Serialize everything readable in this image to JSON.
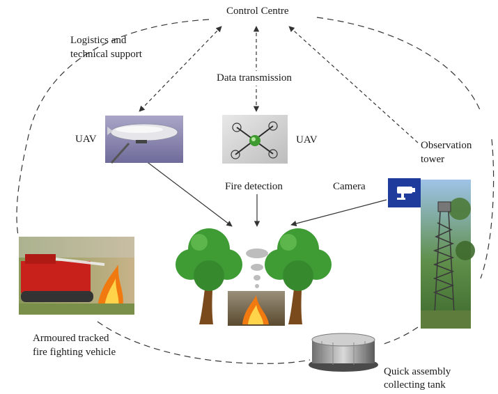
{
  "labels": {
    "control_centre": "Control Centre",
    "logistics_line1": "Logistics and",
    "logistics_line2": "technical support",
    "data_transmission": "Data transmission",
    "uav_left": "UAV",
    "uav_right": "UAV",
    "observation_line1": "Observation",
    "observation_line2": "tower",
    "fire_detection": "Fire detection",
    "camera": "Camera",
    "vehicle_line1": "Armoured tracked",
    "vehicle_line2": "fire fighting vehicle",
    "tank_line1": "Quick assembly",
    "tank_line2": "collecting tank"
  },
  "icons": [
    "airship-photo",
    "drone-photo",
    "camera-icon",
    "observation-tower-photo",
    "fire-vehicle-photo",
    "tree-icon",
    "smoke-icon",
    "fire-photo",
    "tank-photo"
  ],
  "colors": {
    "tree_foliage": "#3f9c35",
    "tree_trunk": "#7a4a1c",
    "camera_box": "#1f3c9c",
    "fire": "#f07a10",
    "line": "#333333"
  }
}
